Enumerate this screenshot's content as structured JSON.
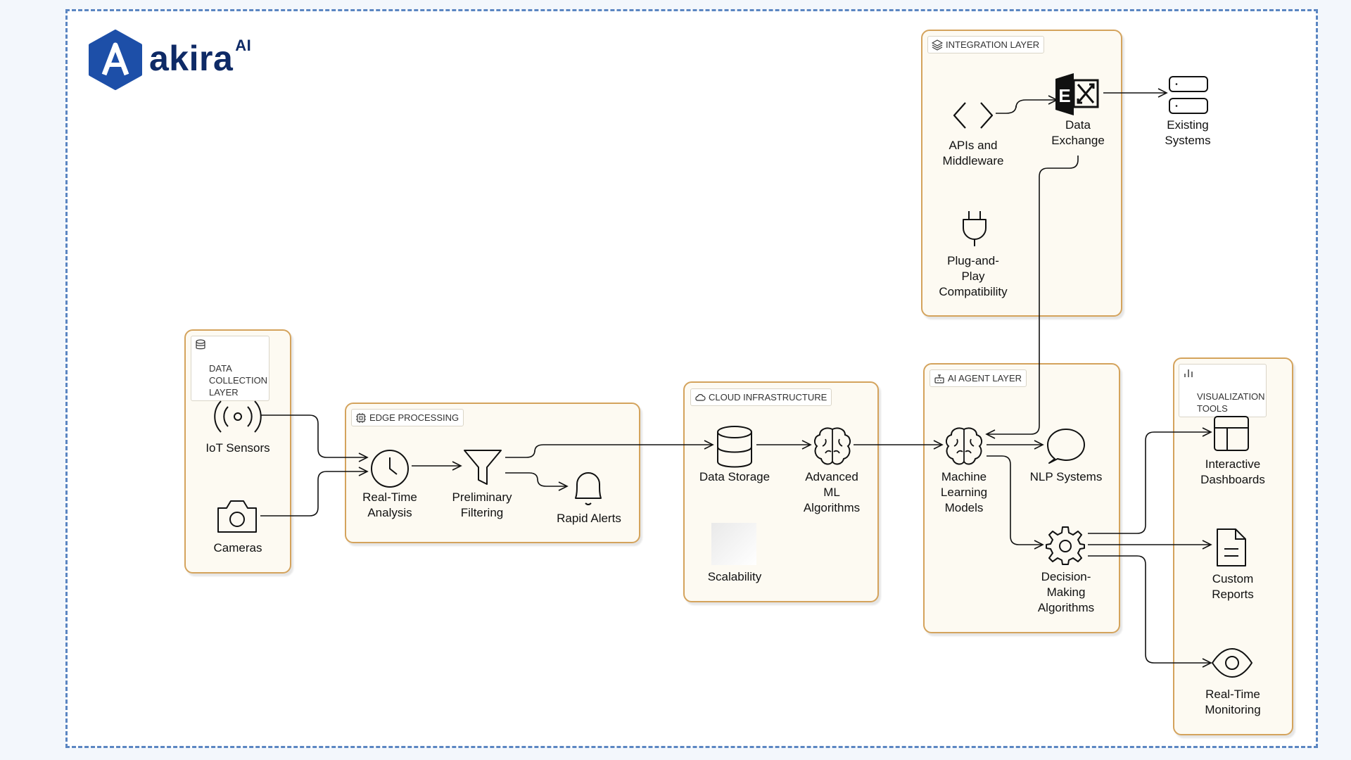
{
  "brand": {
    "name": "akira",
    "suffix": "AI"
  },
  "colors": {
    "frame": "#5b86c2",
    "layer_border": "#d4a35c",
    "layer_fill": "#fdfaf2",
    "logo": "#1d4fa8",
    "ink": "#111111"
  },
  "layers": {
    "data_collection": {
      "title": "DATA\nCOLLECTION\nLAYER",
      "icon": "database-icon",
      "nodes": {
        "iot": "IoT Sensors",
        "cameras": "Cameras"
      }
    },
    "edge": {
      "title": "EDGE PROCESSING",
      "icon": "cpu-icon",
      "nodes": {
        "realtime": "Real-Time\nAnalysis",
        "filtering": "Preliminary\nFiltering",
        "alerts": "Rapid Alerts"
      }
    },
    "cloud": {
      "title": "CLOUD INFRASTRUCTURE",
      "icon": "cloud-icon",
      "nodes": {
        "storage": "Data Storage",
        "ml": "Advanced\nML\nAlgorithms",
        "scalability": "Scalability"
      }
    },
    "integration": {
      "title": "INTEGRATION LAYER",
      "icon": "layers-icon",
      "nodes": {
        "apis": "APIs and\nMiddleware",
        "exchange": "Data\nExchange",
        "plug": "Plug-and-\nPlay\nCompatibility"
      }
    },
    "ai_agent": {
      "title": "AI AGENT LAYER",
      "icon": "robot-icon",
      "nodes": {
        "mlm": "Machine\nLearning\nModels",
        "nlp": "NLP Systems",
        "decision": "Decision-\nMaking\nAlgorithms"
      }
    },
    "visualization": {
      "title": "VISUALIZATION\nTOOLS",
      "icon": "bar-chart-icon",
      "nodes": {
        "dashboards": "Interactive\nDashboards",
        "reports": "Custom\nReports",
        "monitoring": "Real-Time\nMonitoring"
      }
    }
  },
  "external": {
    "existing": "Existing\nSystems"
  }
}
